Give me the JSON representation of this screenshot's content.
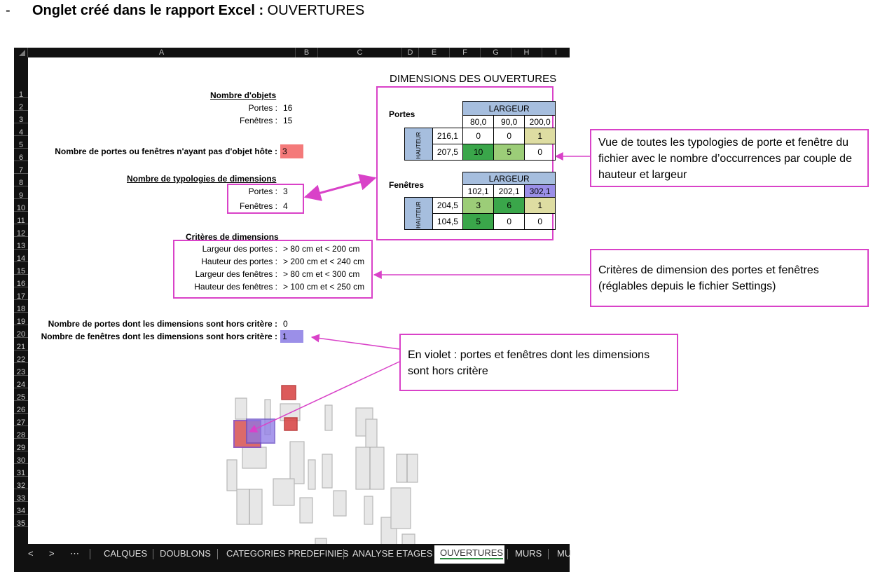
{
  "header": {
    "dash": "-",
    "bold": "Onglet créé dans le rapport Excel :",
    "tab_name": " OUVERTURES"
  },
  "columns": [
    "A",
    "B",
    "C",
    "D",
    "E",
    "F",
    "G",
    "H",
    "I"
  ],
  "rows": [
    "1",
    "2",
    "3",
    "4",
    "5",
    "6",
    "7",
    "8",
    "9",
    "10",
    "11",
    "12",
    "13",
    "14",
    "15",
    "16",
    "17",
    "18",
    "19",
    "20",
    "21",
    "22",
    "23",
    "24",
    "25",
    "26",
    "27",
    "28",
    "29",
    "30",
    "31",
    "32",
    "33",
    "34",
    "35"
  ],
  "objects": {
    "title": "Nombre d'objets",
    "doors_label": "Portes :",
    "doors_value": "16",
    "windows_label": "Fenêtres :",
    "windows_value": "15"
  },
  "no_host": {
    "label": "Nombre de portes ou fenêtres n'ayant pas d'objet hôte :",
    "value": "3"
  },
  "typologies": {
    "title": "Nombre de typologies de dimensions",
    "doors_label": "Portes :",
    "doors_value": "3",
    "windows_label": "Fenêtres :",
    "windows_value": "4"
  },
  "criteria": {
    "title": "Critères de dimensions",
    "items": [
      {
        "label": "Largeur des portes :",
        "value": "> 80 cm et < 200 cm"
      },
      {
        "label": "Hauteur des portes :",
        "value": "> 200 cm et < 240 cm"
      },
      {
        "label": "Largeur des fenêtres :",
        "value": "> 80 cm et < 300 cm"
      },
      {
        "label": "Hauteur des fenêtres :",
        "value": "> 100 cm et < 250 cm"
      }
    ]
  },
  "out_of_criteria": {
    "doors_label": "Nombre de portes dont les dimensions sont hors critère :",
    "doors_value": "0",
    "windows_label": "Nombre de fenêtres dont les dimensions sont hors critère :",
    "windows_value": "1"
  },
  "dimensions": {
    "title": "DIMENSIONS DES OUVERTURES",
    "doors": {
      "label": "Portes",
      "largeur": "LARGEUR",
      "hauteur": "HAUTEUR",
      "widths": [
        "80,0",
        "90,0",
        "200,0"
      ],
      "rows": [
        {
          "h": "216,1",
          "v": [
            "0",
            "0",
            "1"
          ]
        },
        {
          "h": "207,5",
          "v": [
            "10",
            "5",
            "0"
          ]
        }
      ]
    },
    "windows": {
      "label": "Fenêtres",
      "largeur": "LARGEUR",
      "hauteur": "HAUTEUR",
      "widths": [
        "102,1",
        "202,1",
        "302,1"
      ],
      "rows": [
        {
          "h": "204,5",
          "v": [
            "3",
            "6",
            "1"
          ]
        },
        {
          "h": "104,5",
          "v": [
            "5",
            "0",
            "0"
          ]
        }
      ]
    }
  },
  "callouts": {
    "typologies": "Vue de toutes les typologies de porte et fenêtre du fichier avec le nombre d’occurrences par couple de hauteur et largeur",
    "criteria": "Critères de dimension des portes et fenêtres (réglables depuis le fichier Settings)",
    "violet": "En violet : portes et fenêtres dont les dimensions sont hors critère"
  },
  "tabs": {
    "prev": "<",
    "next": ">",
    "more": "⋯",
    "items": [
      "CALQUES",
      "DOUBLONS",
      "CATEGORIES PREDEFINIES",
      "ANALYSE ETAGES",
      "OUVERTURES",
      "MURS",
      "MU"
    ],
    "active": "OUVERTURES"
  },
  "colors": {
    "highlight_red": "#f47a7a",
    "highlight_purple": "#9b8fe8",
    "callout_border": "#d942c8",
    "header_blue": "#a6bede"
  }
}
